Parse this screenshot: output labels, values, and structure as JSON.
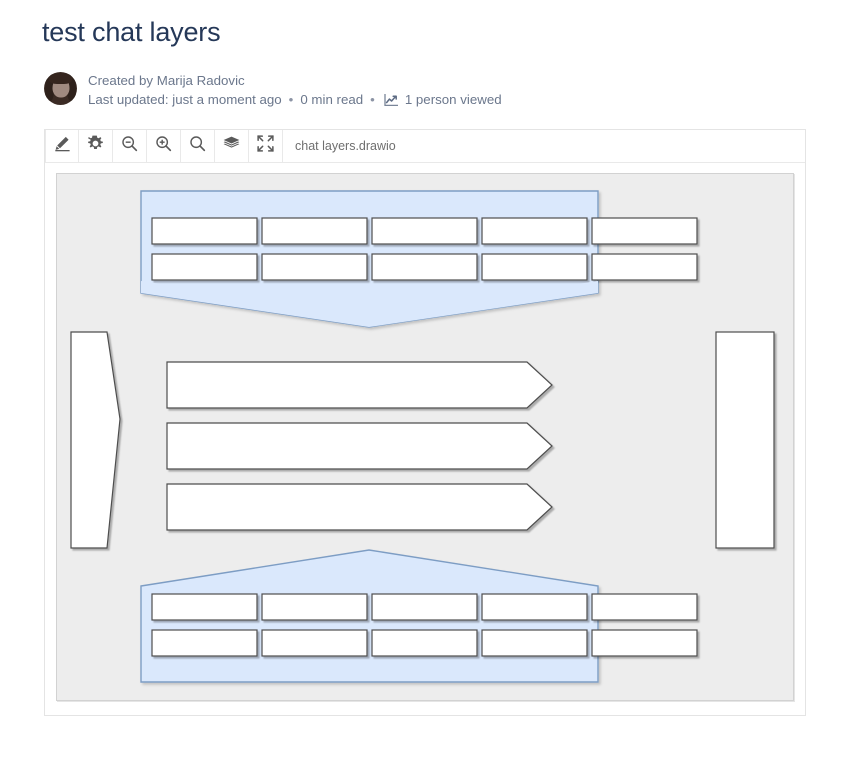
{
  "page": {
    "title": "test chat layers"
  },
  "byline": {
    "created_by": "Created by Marija Radovic",
    "last_updated": "Last updated: just a moment ago",
    "read_time": "0 min read",
    "views": "1 person viewed",
    "separator": "•",
    "avatar_alt": "Marija Radovic avatar",
    "views_icon": "analytics-chart-icon"
  },
  "drawio": {
    "filename": "chat layers.drawio",
    "toolbar": [
      {
        "name": "edit-pencil-icon",
        "label": "Edit"
      },
      {
        "name": "gear-icon",
        "label": "Settings"
      },
      {
        "name": "zoom-out-icon",
        "label": "Zoom Out"
      },
      {
        "name": "zoom-in-icon",
        "label": "Zoom In"
      },
      {
        "name": "search-icon",
        "label": "Zoom / Fit"
      },
      {
        "name": "layers-icon",
        "label": "Layers"
      },
      {
        "name": "fullscreen-icon",
        "label": "Fullscreen"
      }
    ],
    "colors": {
      "shape_blue_fill": "#dae8fc",
      "shape_blue_stroke": "#7d9dc4",
      "shape_white_fill": "#ffffff",
      "shape_white_stroke": "#4d4d4d",
      "canvas_bg": "#ededed",
      "panel_border": "#e4e4e4"
    },
    "diagram": {
      "name": "chat layers diagram",
      "shapes": [
        {
          "name": "top-banner-shape",
          "type": "down-pointer-banner",
          "fill": "#dae8fc",
          "cells": 10,
          "rows": 2,
          "columns": 5
        },
        {
          "name": "left-arrow-shape",
          "type": "right-pointing-vertical-arrow",
          "fill": "#ffffff"
        },
        {
          "name": "process-arrow-1",
          "type": "right-arrow",
          "fill": "#ffffff"
        },
        {
          "name": "process-arrow-2",
          "type": "right-arrow",
          "fill": "#ffffff"
        },
        {
          "name": "process-arrow-3",
          "type": "right-arrow",
          "fill": "#ffffff"
        },
        {
          "name": "right-rectangle-shape",
          "type": "rectangle",
          "fill": "#ffffff"
        },
        {
          "name": "bottom-banner-shape",
          "type": "up-pointer-banner",
          "fill": "#dae8fc",
          "cells": 10,
          "rows": 2,
          "columns": 5
        }
      ]
    }
  }
}
